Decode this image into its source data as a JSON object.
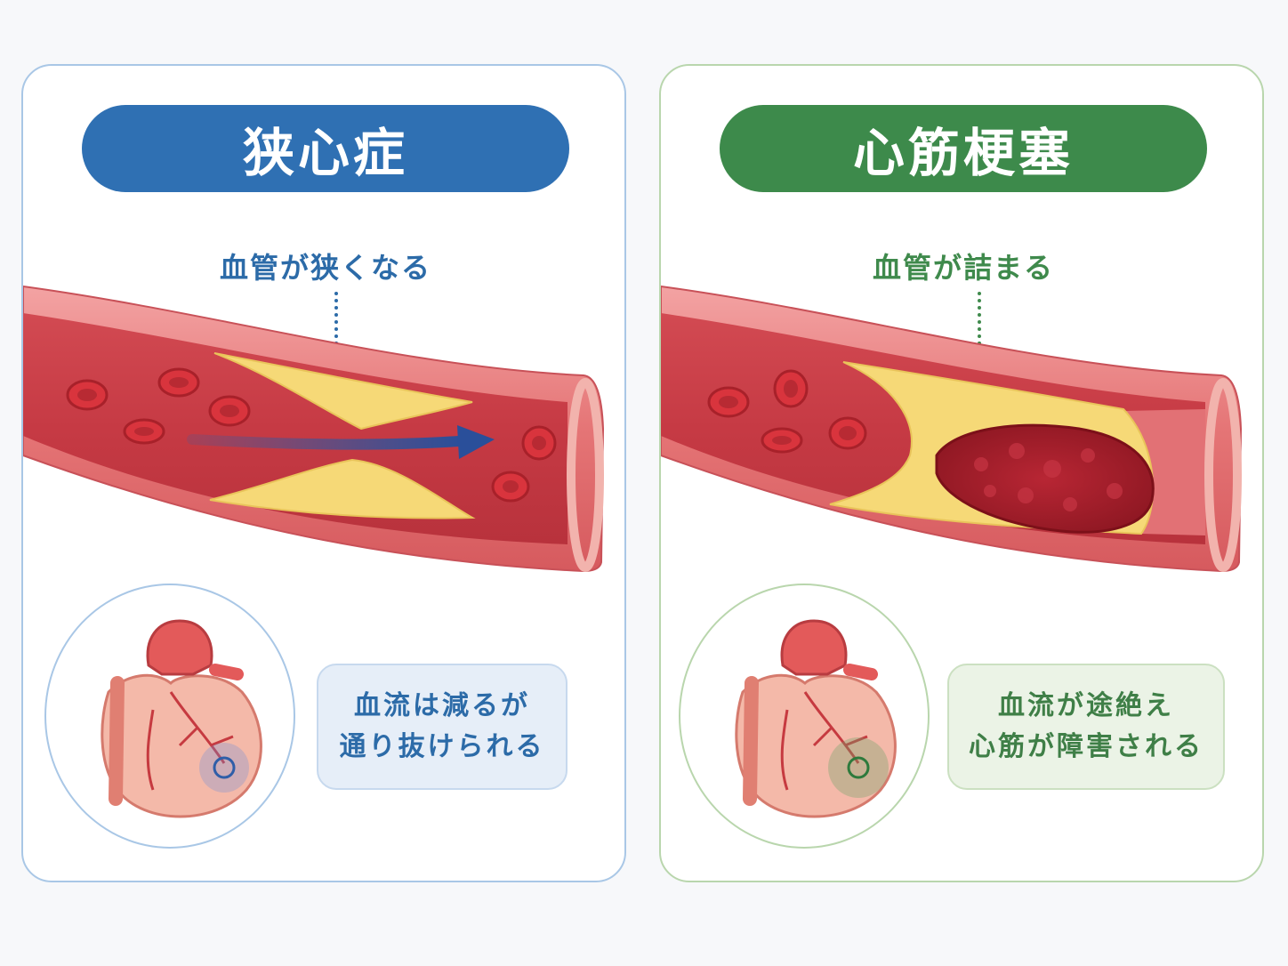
{
  "angina": {
    "title": "狭心症",
    "caption": "血管が狭くなる",
    "note_lines": [
      "血流は減るが",
      "通り抜けられる"
    ]
  },
  "infarction": {
    "title": "心筋梗塞",
    "caption": "血管が詰まる",
    "note_lines": [
      "血流が途絶え",
      "心筋が障害される"
    ]
  },
  "colors": {
    "angina_accent": "#2f70b3",
    "infarction_accent": "#3d8a4b",
    "vessel_wall": "#e8787a",
    "lumen": "#c8414a",
    "plaque": "#f7dc7e",
    "clot": "#a81f2e",
    "blood_cell": "#d9343d"
  }
}
